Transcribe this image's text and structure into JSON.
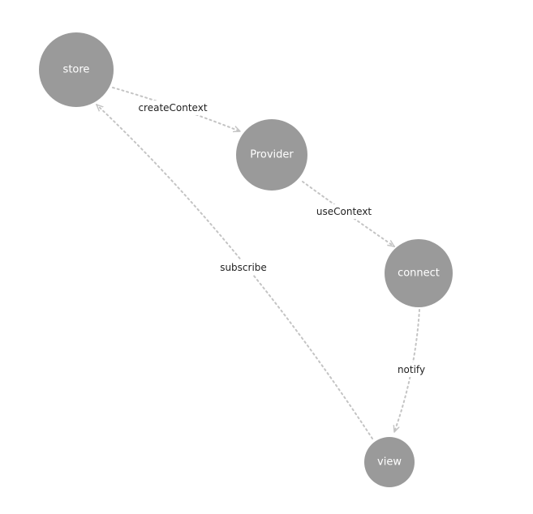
{
  "nodes": {
    "store": "store",
    "provider": "Provider",
    "connect": "connect",
    "view": "view"
  },
  "edges": {
    "create_context": {
      "from": "store",
      "to": "Provider",
      "label": "createContext"
    },
    "use_context": {
      "from": "Provider",
      "to": "connect",
      "label": "useContext"
    },
    "notify": {
      "from": "connect",
      "to": "view",
      "label": "notify"
    },
    "subscribe": {
      "from": "view",
      "to": "store",
      "label": "subscribe"
    }
  },
  "colors": {
    "node_fill": "#9a9a9a",
    "node_text": "#ffffff",
    "edge_stroke": "#c4c4c4",
    "edge_text": "#222222",
    "background": "#ffffff"
  }
}
